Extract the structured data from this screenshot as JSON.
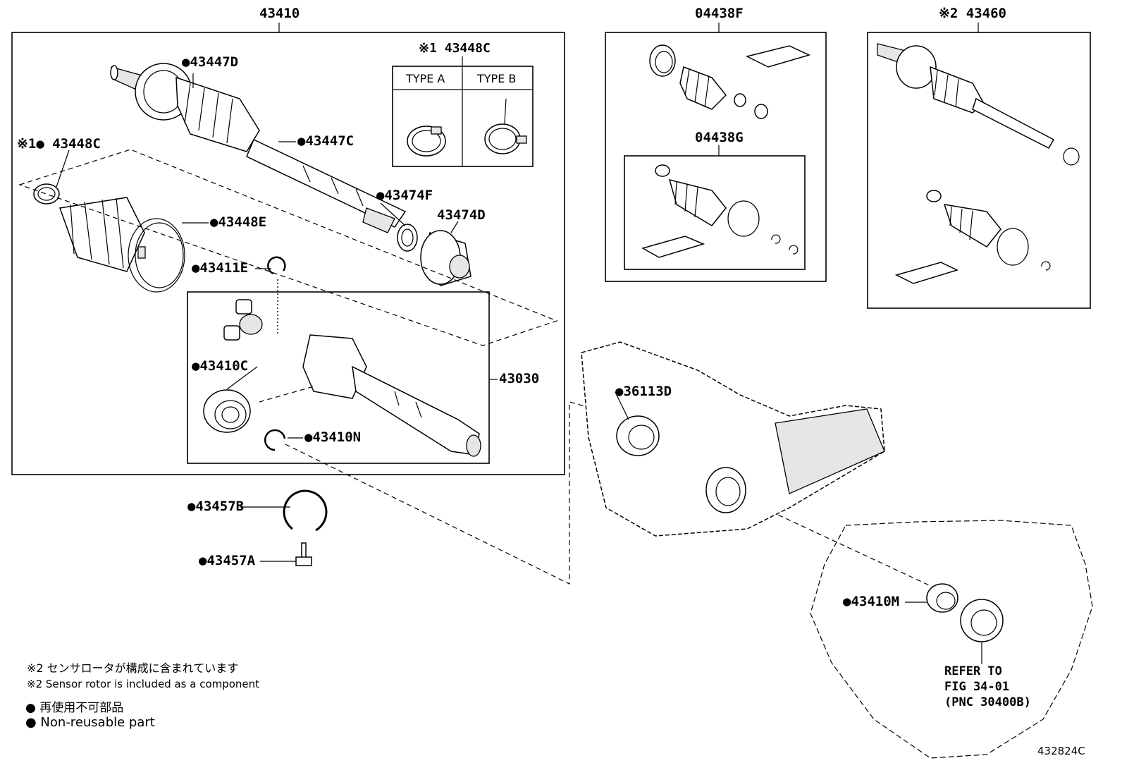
{
  "groups": {
    "front_shaft": "43410",
    "boot_kit_outer": "04438F",
    "boot_kit_inner": "04438G",
    "shaft_with_rotor": "※2 43460",
    "inboard_joint": "43030"
  },
  "type_box": {
    "label": "※1 43448C",
    "type_a": "TYPE A",
    "type_b": "TYPE B"
  },
  "parts": {
    "p43447D": "●43447D",
    "p43447C": "●43447C",
    "p43448C": "※1● 43448C",
    "p43474F": "●43474F",
    "p43474D": "43474D",
    "p43448E": "●43448E",
    "p43411E": "●43411E",
    "p43410C": "●43410C",
    "p43410N": "●43410N",
    "p36113D": "●36113D",
    "p43457B": "●43457B",
    "p43457A": "●43457A",
    "p43410M": "●43410M"
  },
  "refer": {
    "line1": "REFER TO",
    "line2": "FIG 34-01",
    "line3": "(PNC 30400B)"
  },
  "notes": {
    "note_jp": "※2 センサロータが構成に含まれています",
    "note_en": "※2 Sensor rotor is included as a component",
    "legend_jp": "● 再使用不可部品",
    "legend_en": "● Non-reusable part"
  },
  "figure_id": "432824C"
}
